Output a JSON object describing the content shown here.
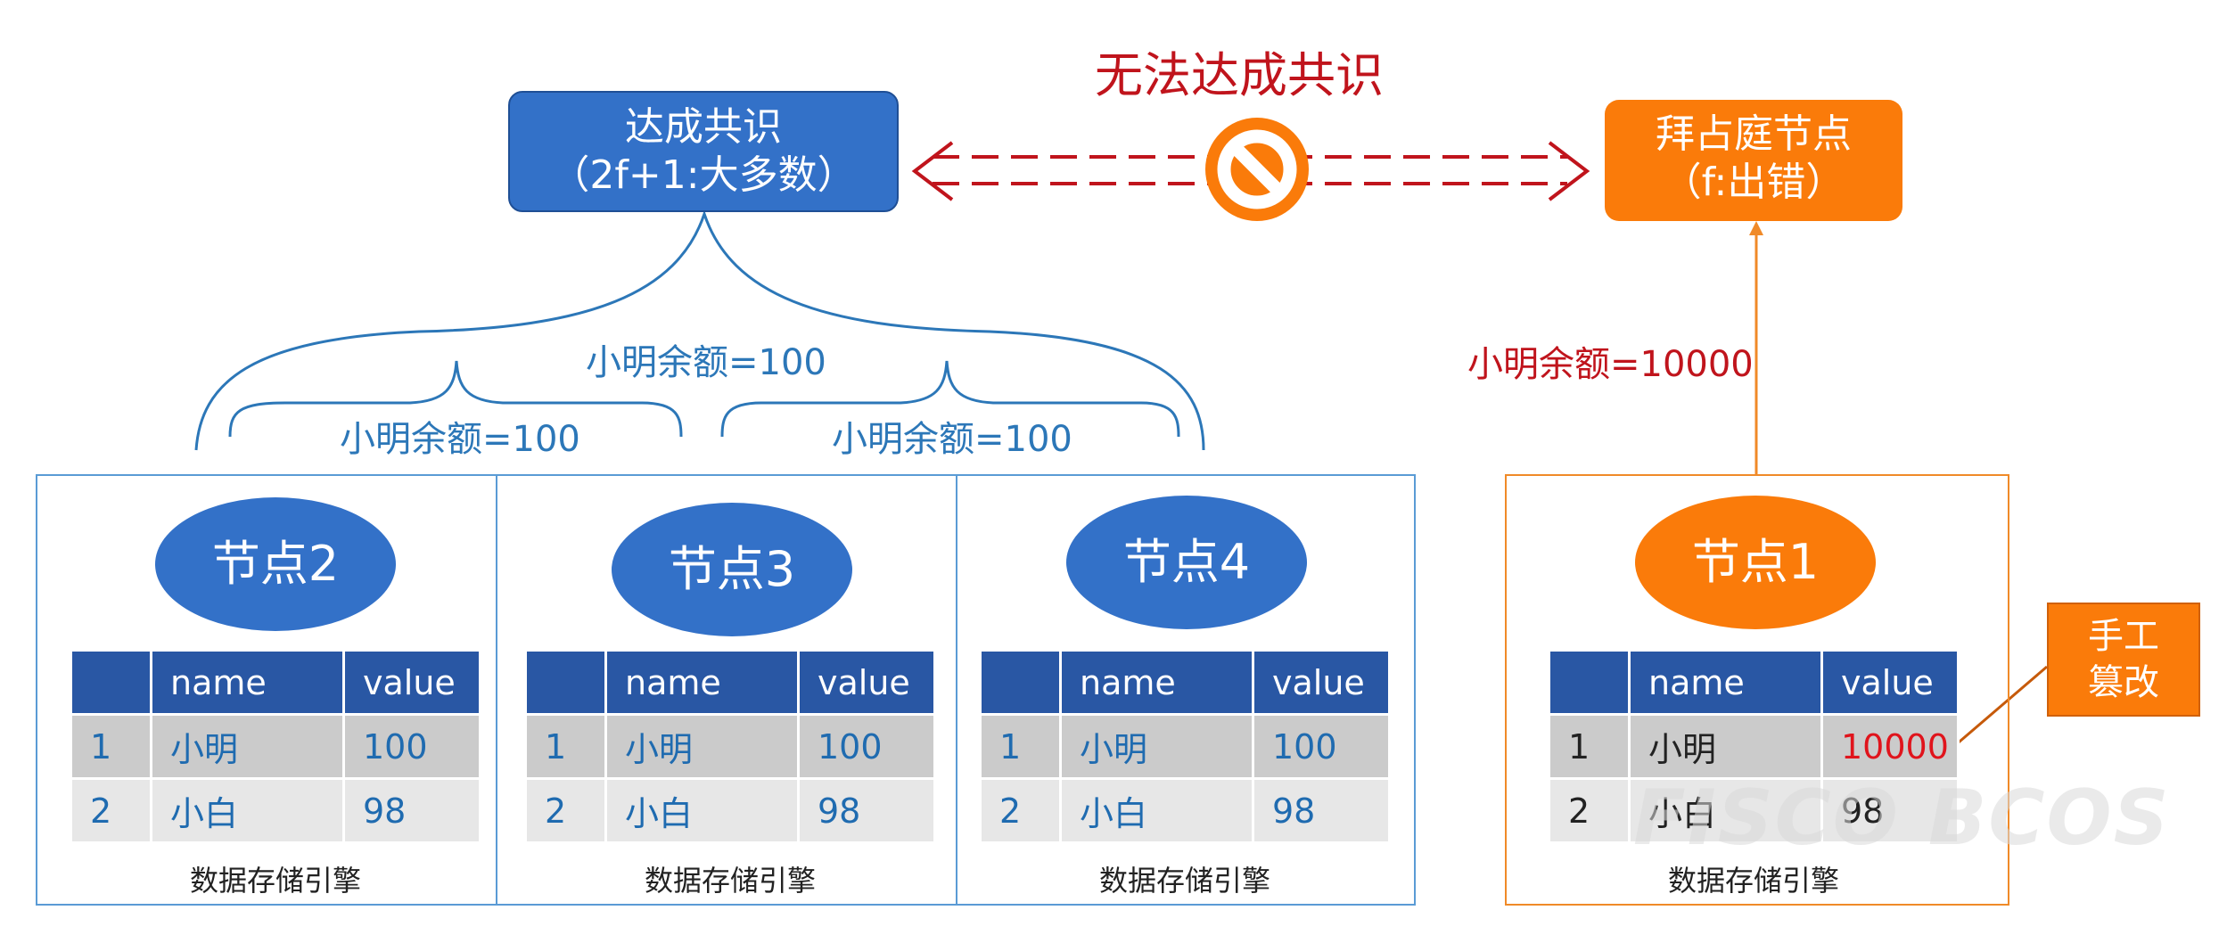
{
  "consensus": {
    "line1": "达成共识",
    "line2": "（2f+1:大多数）"
  },
  "byzantine": {
    "line1": "拜占庭节点",
    "line2": "（f:出错）"
  },
  "fail_label": "无法达成共识",
  "balances": {
    "top": "小明余额=100",
    "left": "小明余额=100",
    "right": "小明余额=100",
    "byzantine": "小明余额=10000"
  },
  "nodes": [
    {
      "label": "节点2",
      "rows": [
        [
          "1",
          "小明",
          "100"
        ],
        [
          "2",
          "小白",
          "98"
        ]
      ]
    },
    {
      "label": "节点3",
      "rows": [
        [
          "1",
          "小明",
          "100"
        ],
        [
          "2",
          "小白",
          "98"
        ]
      ]
    },
    {
      "label": "节点4",
      "rows": [
        [
          "1",
          "小明",
          "100"
        ],
        [
          "2",
          "小白",
          "98"
        ]
      ]
    },
    {
      "label": "节点1",
      "rows": [
        [
          "1",
          "小明",
          "10000"
        ],
        [
          "2",
          "小白",
          "98"
        ]
      ]
    }
  ],
  "table_headers": {
    "blank": "",
    "name": "name",
    "value": "value"
  },
  "engine_label": "数据存储引擎",
  "tamper": {
    "line1": "手工",
    "line2": "篡改"
  },
  "watermark": "FISCO BCOS",
  "colors": {
    "blue": "#3371c8",
    "orange": "#fa7b0a",
    "red": "#c0141c",
    "table_header": "#2957a4"
  },
  "icons": {
    "blocked": "no-entry-icon"
  }
}
